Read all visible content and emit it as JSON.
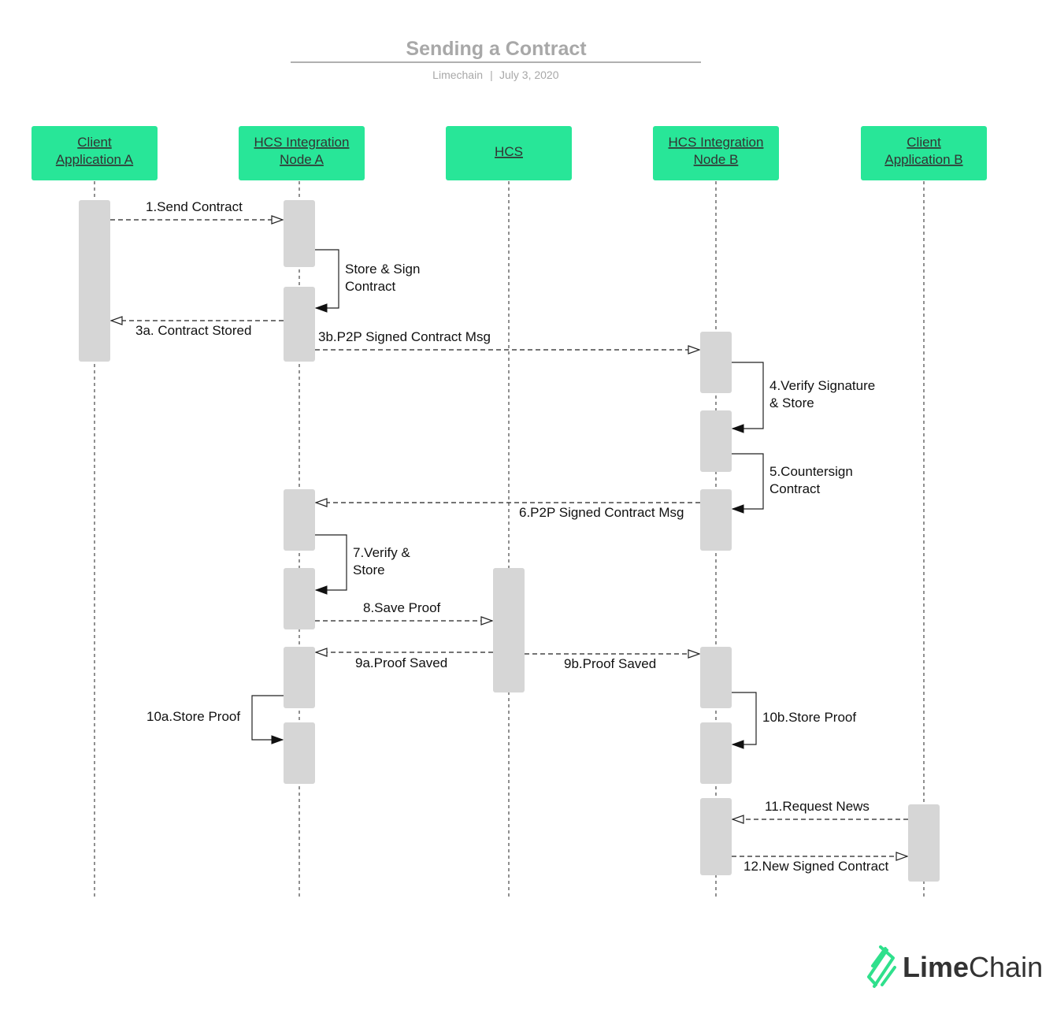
{
  "header": {
    "title": "Sending a Contract",
    "author": "Limechain",
    "separator": "|",
    "date": "July 3, 2020"
  },
  "colors": {
    "actor_fill": "#28e698",
    "activation_fill": "#d6d6d6",
    "line": "#222222",
    "logo_green": "#2fe08c"
  },
  "actors": [
    {
      "line1": "Client",
      "line2": "Application A"
    },
    {
      "line1": "HCS Integration",
      "line2": "Node A"
    },
    {
      "line1": "HCS",
      "line2": ""
    },
    {
      "line1": "HCS Integration",
      "line2": "Node B"
    },
    {
      "line1": "Client",
      "line2": "Application B"
    }
  ],
  "messages": {
    "m1": "1.Send Contract",
    "m2a": "Store & Sign",
    "m2b": "Contract",
    "m3a": "3a. Contract Stored",
    "m3b": "3b.P2P Signed Contract Msg",
    "m4a": "4.Verify Signature",
    "m4b": "& Store",
    "m5a": "5.Countersign",
    "m5b": "Contract",
    "m6": "6.P2P Signed Contract Msg",
    "m7a": "7.Verify &",
    "m7b": "Store",
    "m8": "8.Save Proof",
    "m9a": "9a.Proof Saved",
    "m9b": "9b.Proof Saved",
    "m10a": "10a.Store Proof",
    "m10b": "10b.Store Proof",
    "m11": "11.Request News",
    "m12": "12.New Signed Contract"
  },
  "brand": {
    "part1": "Lime",
    "part2": "Chain",
    "icon": "limechain-logo-icon"
  }
}
